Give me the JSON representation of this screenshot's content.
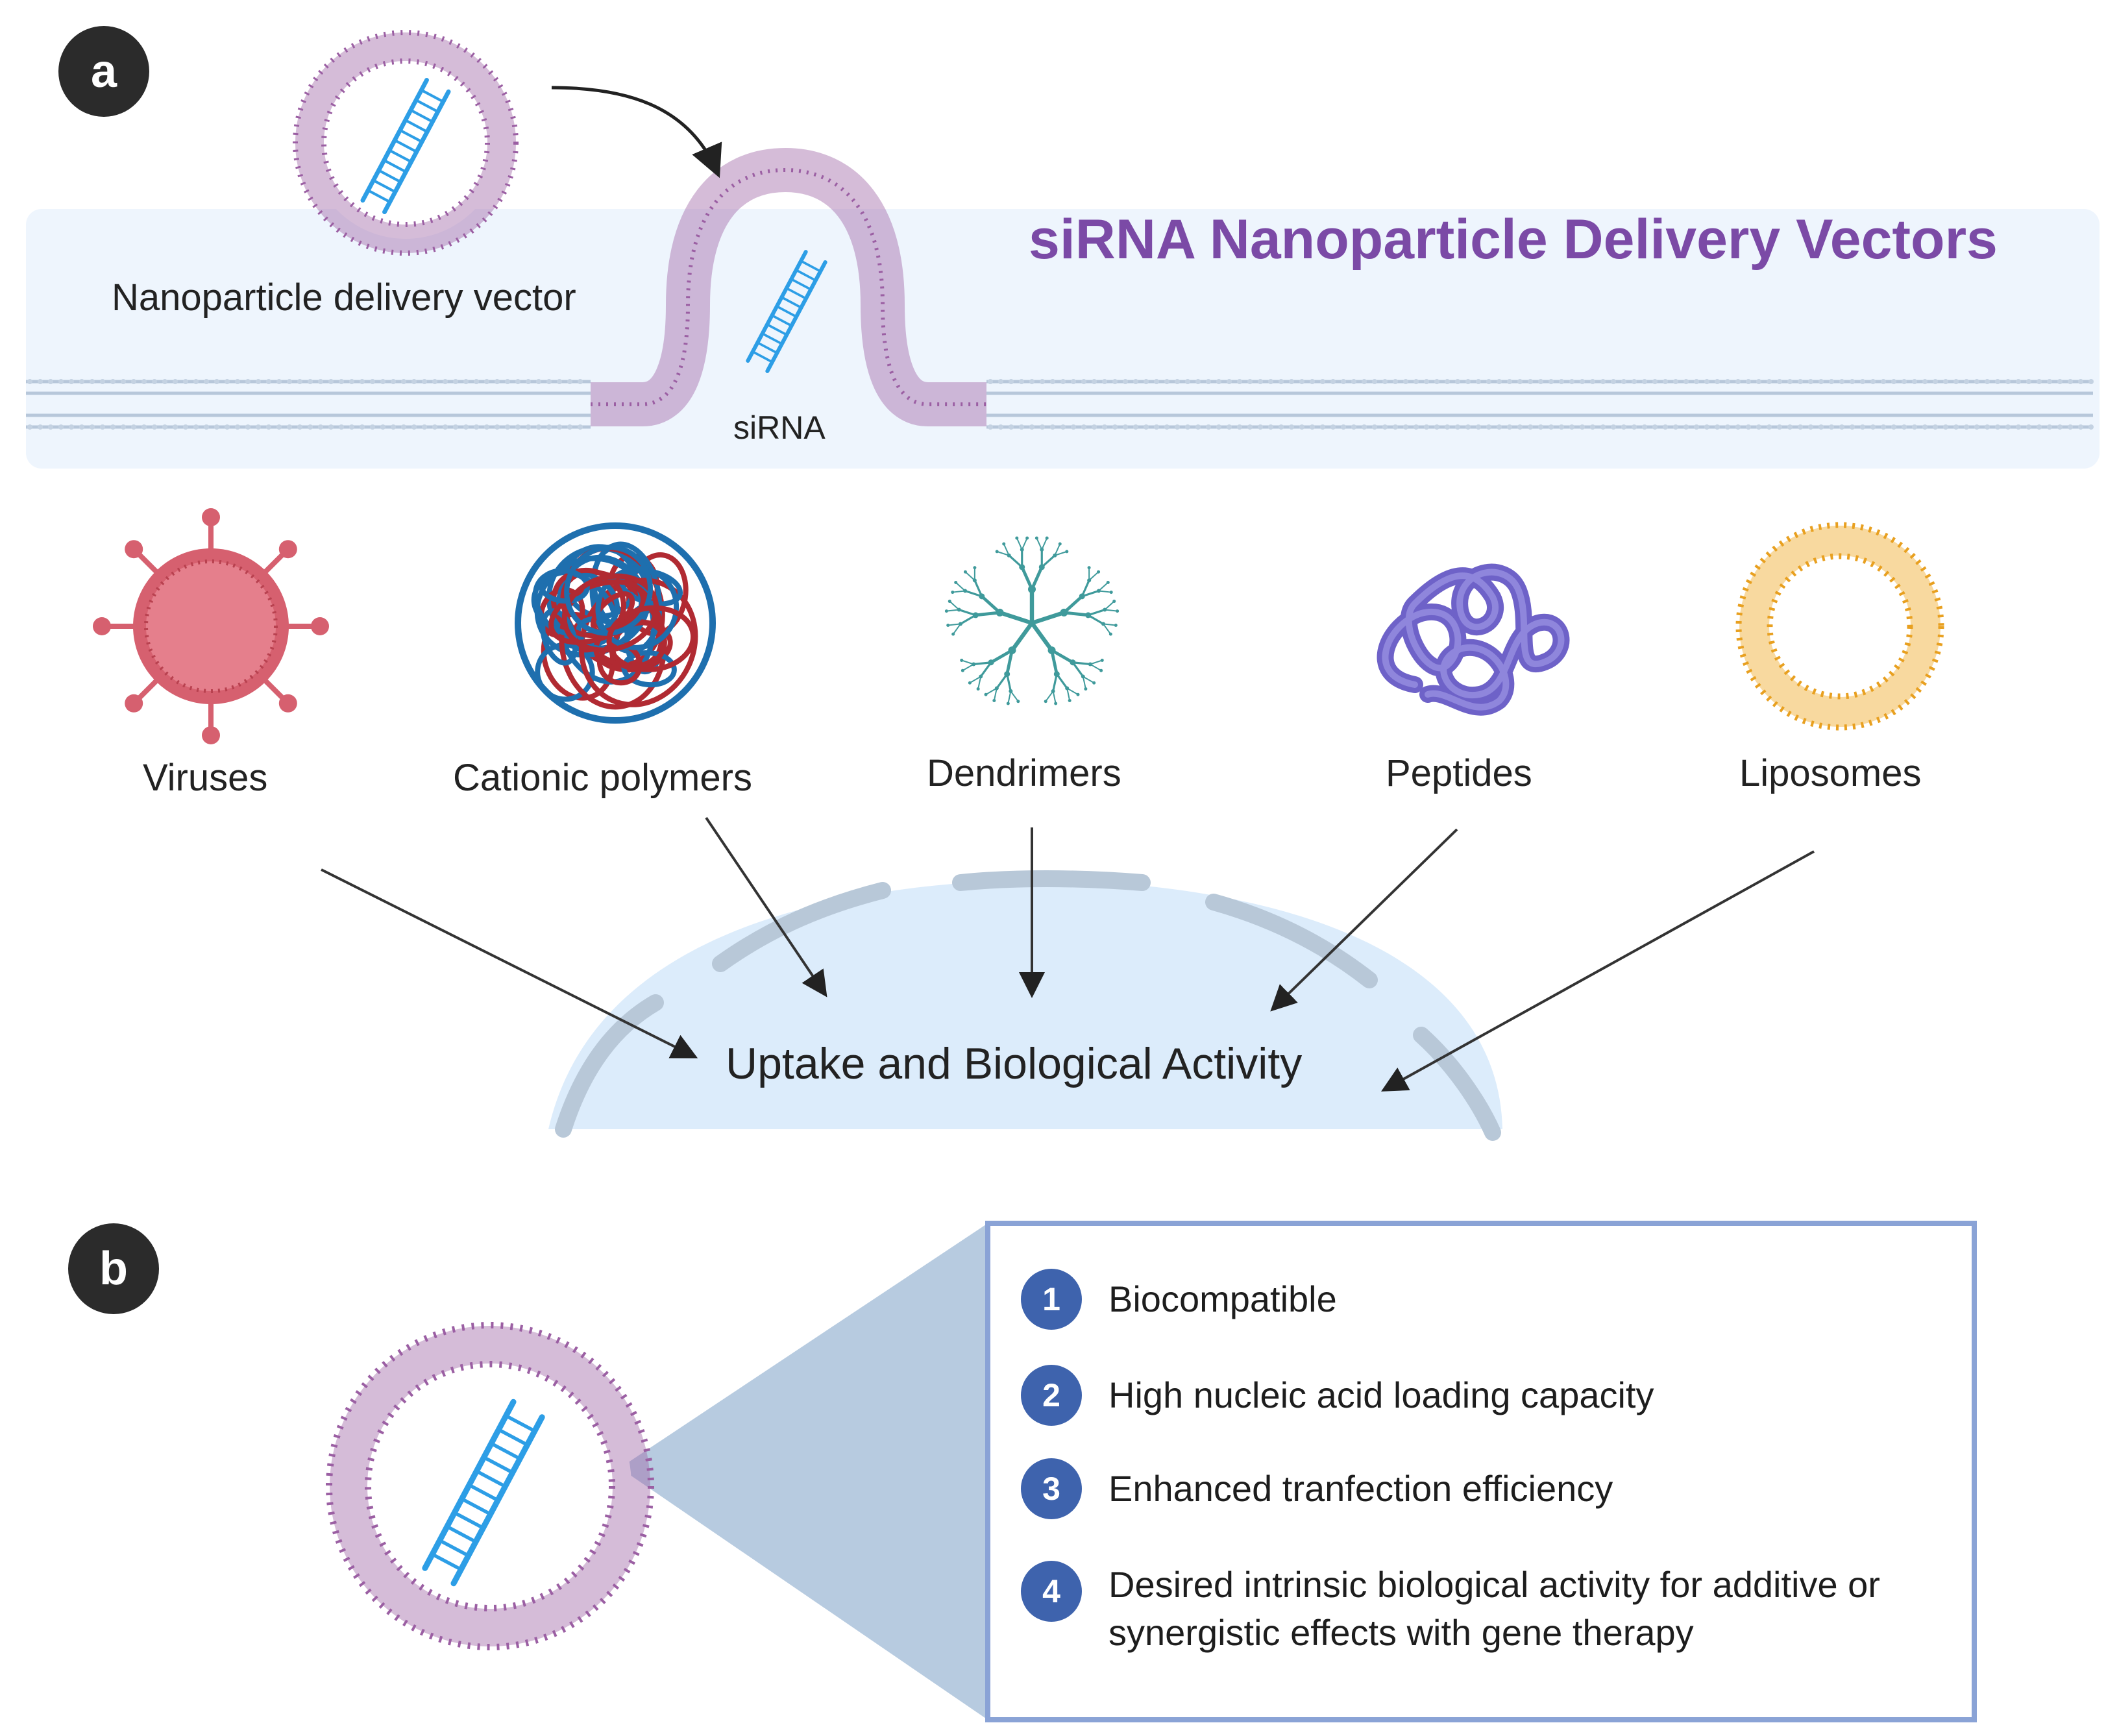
{
  "panel_a": {
    "badge": "a",
    "title": "siRNA Nanoparticle Delivery Vectors",
    "vector_label": "Nanoparticle delivery vector",
    "sirna_label": "siRNA",
    "vectors": [
      "Viruses",
      "Cationic polymers",
      "Dendrimers",
      "Peptides",
      "Liposomes"
    ],
    "target_label": "Uptake and Biological Activity"
  },
  "panel_b": {
    "badge": "b",
    "properties": [
      {
        "num": "1",
        "text": "Biocompatible"
      },
      {
        "num": "2",
        "text": "High nucleic acid loading capacity"
      },
      {
        "num": "3",
        "text": "Enhanced tranfection efficiency"
      },
      {
        "num": "4",
        "text": "Desired intrinsic biological activity for additive or synergistic effects with gene therapy"
      }
    ]
  },
  "colors": {
    "title": "#7b4aa6",
    "membrane": "#a26ba8",
    "sirna": "#2d9ee6",
    "band": "#eef5fd",
    "cell": "#dcecfb",
    "cell_outline": "#b8c8d8",
    "virus": "#d6606f",
    "polymer_red": "#b12a32",
    "polymer_blue": "#1e6fae",
    "dendrimer": "#3f9a9b",
    "peptide": "#6e62c8",
    "liposome": "#f0aa2a",
    "number_badge": "#3e63ad",
    "box_border": "#8aa3d6",
    "funnel": "#b7cbe0"
  }
}
